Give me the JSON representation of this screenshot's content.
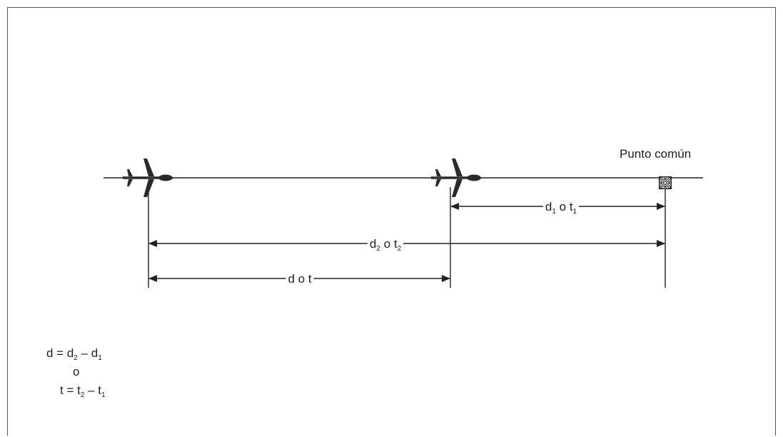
{
  "labels": {
    "common_point": "Punto común",
    "d1": {
      "main": "d",
      "sub": "1",
      "sep": " o ",
      "main2": "t",
      "sub2": "1"
    },
    "d2": {
      "main": "d",
      "sub": "2",
      "sep": " o ",
      "main2": "t",
      "sub2": "2"
    },
    "dt": "d o t"
  },
  "formulas": {
    "d": {
      "lhs": "d = d",
      "sub_a": "2",
      "mid": " – d",
      "sub_b": "1"
    },
    "or": "o",
    "t": {
      "lhs": "t = t",
      "sub_a": "2",
      "mid": " – t",
      "sub_b": "1"
    }
  },
  "colors": {
    "line": "#222222",
    "aircraft": "#2a2a2a",
    "frame": "#555555"
  },
  "icons": {
    "aircraft": "airplane-icon",
    "waypoint": "compulsory-reporting-point-icon"
  }
}
